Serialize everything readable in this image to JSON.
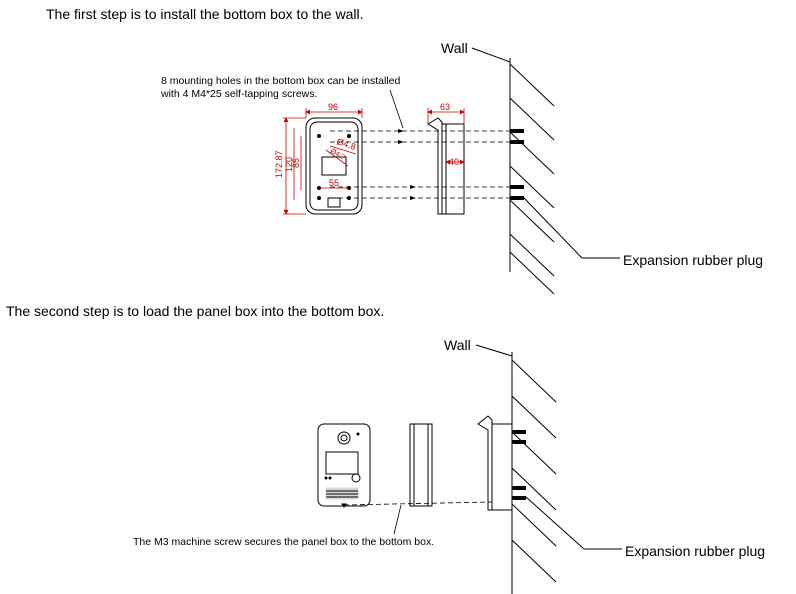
{
  "step1": {
    "title": "The first step is to install the bottom box to the wall.",
    "note_line1": "8 mounting holes in the bottom box can be installed",
    "note_line2": "with 4 M4*25 self-tapping screws.",
    "wall_label": "Wall",
    "plug_label": "Expansion rubber plug",
    "dims": {
      "width": "96",
      "depth": "63",
      "inner_depth": "40",
      "height_total": "172.87",
      "height_a": "120",
      "height_b": "85",
      "hole_spacing": "55",
      "hole_dia_a": "Ø4.8",
      "hole_dia_b": "Ø4.2"
    }
  },
  "step2": {
    "title": "The second step is to load the panel box into the bottom box.",
    "note": "The M3 machine screw secures the panel box to the bottom box.",
    "wall_label": "Wall",
    "plug_label": "Expansion rubber plug"
  },
  "colors": {
    "line": "#000000",
    "dimension": "#cc0000"
  }
}
